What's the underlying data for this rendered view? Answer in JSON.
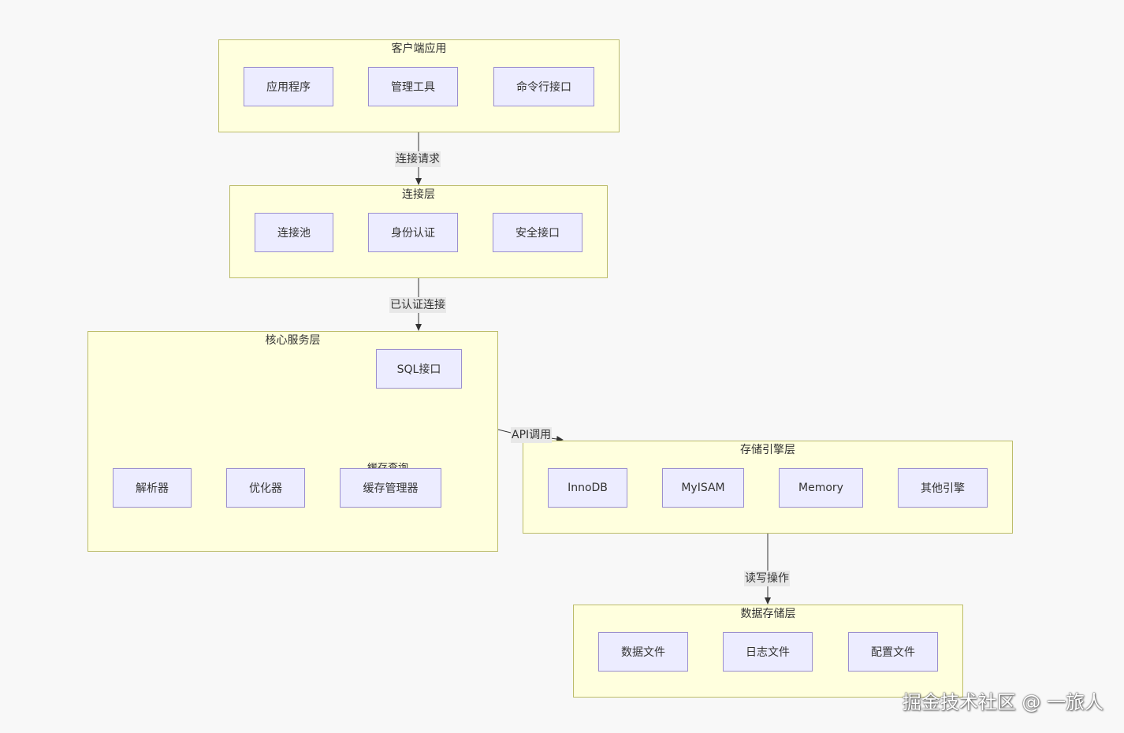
{
  "clusters": {
    "client": {
      "title": "客户端应用",
      "nodes": [
        "应用程序",
        "管理工具",
        "命令行接口"
      ]
    },
    "connection": {
      "title": "连接层",
      "nodes": [
        "连接池",
        "身份认证",
        "安全接口"
      ]
    },
    "core": {
      "title": "核心服务层",
      "nodes": [
        "SQL接口",
        "解析器",
        "优化器",
        "缓存管理器"
      ],
      "partial_label": "缓存查询"
    },
    "storage": {
      "title": "存储引擎层",
      "nodes": [
        "InnoDB",
        "MyISAM",
        "Memory",
        "其他引擎"
      ]
    },
    "data": {
      "title": "数据存储层",
      "nodes": [
        "数据文件",
        "日志文件",
        "配置文件"
      ]
    }
  },
  "edges": {
    "client_to_connection": "连接请求",
    "connection_to_core": "已认证连接",
    "core_to_storage": "API调用",
    "storage_to_data": "读写操作"
  },
  "watermark": "掘金技术社区 @ 一旅人",
  "colors": {
    "cluster_fill": "#ffffde",
    "cluster_border": "#bcbc6a",
    "node_fill": "#ececff",
    "node_border": "#9b8fcf",
    "edge": "#333333"
  }
}
